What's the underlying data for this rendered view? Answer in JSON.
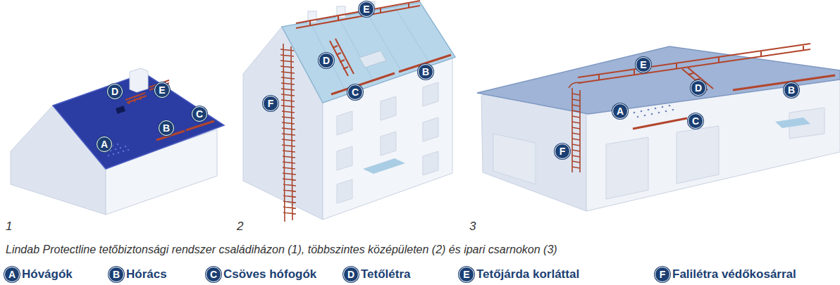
{
  "diagram": {
    "caption": "Lindab Protectline tetőbiztonsági rendszer családiházon (1), többszintes középületen (2) és ipari csarnokon (3)",
    "nodes": [
      {
        "text": [
          "D"
        ]
      },
      {
        "text": [
          "E"
        ]
      },
      {
        "text": [
          "C"
        ]
      },
      {
        "text": [
          "B"
        ]
      },
      {
        "text": [
          "A"
        ]
      },
      {
        "text": [
          "E"
        ]
      },
      {
        "text": [
          "D"
        ]
      },
      {
        "text": [
          "B"
        ]
      },
      {
        "text": [
          "C"
        ]
      },
      {
        "text": [
          "F"
        ]
      },
      {
        "text": [
          "E"
        ]
      },
      {
        "text": [
          "D"
        ]
      },
      {
        "text": [
          "B"
        ]
      },
      {
        "text": [
          "A"
        ]
      },
      {
        "text": [
          "C"
        ]
      },
      {
        "text": [
          "F"
        ]
      },
      {
        "text": [
          "A"
        ]
      },
      {
        "text": [
          "B"
        ]
      },
      {
        "text": [
          "C"
        ]
      },
      {
        "text": [
          "D"
        ]
      },
      {
        "text": [
          "E"
        ]
      },
      {
        "text": [
          "F"
        ]
      }
    ],
    "labels": [
      "1",
      "2",
      "3"
    ],
    "legend": [
      {
        "text": "Hóvágók"
      },
      {
        "text": "Hórács"
      },
      {
        "text": "Csöves hófogók"
      },
      {
        "text": "Tetőlétra"
      },
      {
        "text": "Tetőjárda korláttal"
      },
      {
        "text": "Falilétra védőkosárral"
      }
    ]
  }
}
